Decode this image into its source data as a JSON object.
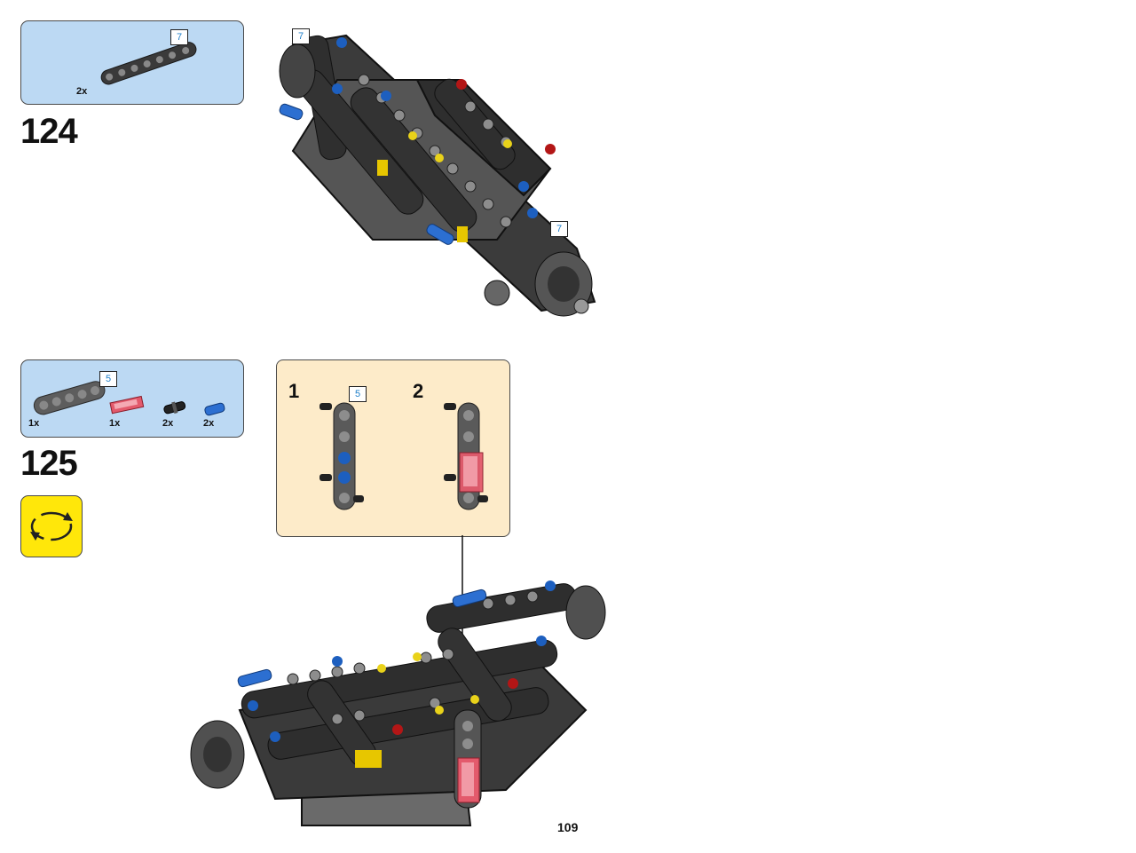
{
  "steps": [
    {
      "number": "124",
      "parts": [
        {
          "name": "beam-7",
          "qty": "2x",
          "length": "7"
        }
      ],
      "assembly_length_labels": [
        "7",
        "7"
      ]
    },
    {
      "number": "125",
      "parts": [
        {
          "name": "beam-5",
          "qty": "1x",
          "length": "5"
        },
        {
          "name": "tile-trans-red",
          "qty": "1x"
        },
        {
          "name": "pin-black",
          "qty": "2x"
        },
        {
          "name": "pin-blue",
          "qty": "2x"
        }
      ],
      "callout": {
        "substeps": [
          "1",
          "2"
        ],
        "length_label": "5"
      }
    }
  ],
  "page_number": "109",
  "colors": {
    "parts_panel": "#bcd9f3",
    "callout_panel": "#fdebc9",
    "rotate_icon": "#ffe70a",
    "length_label": "#1f7fc9"
  },
  "icons": [
    "rotate-model-icon",
    "arrow-down-icon"
  ]
}
